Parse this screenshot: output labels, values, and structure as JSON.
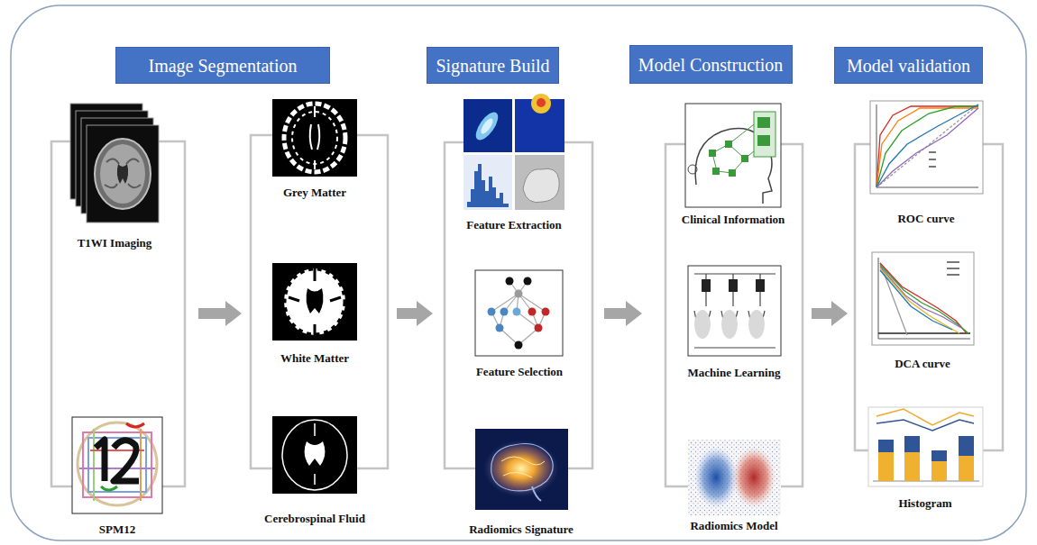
{
  "diagram": {
    "nodes": [
      {
        "text": [
          "Image Segmentation"
        ]
      },
      {
        "text": [
          "T1WI Imaging"
        ]
      },
      {
        "text": [
          "SPM12"
        ]
      },
      {
        "text": [
          "Grey Matter"
        ]
      },
      {
        "text": [
          "White Matter"
        ]
      },
      {
        "text": [
          "Cerebrospinal Fluid"
        ]
      },
      {
        "text": [
          "Signature Build"
        ]
      },
      {
        "text": [
          "Feature Extraction"
        ]
      },
      {
        "text": [
          "Feature Selection"
        ]
      },
      {
        "text": [
          "Radiomics Signature"
        ]
      },
      {
        "text": [
          "Model Construction"
        ]
      },
      {
        "text": [
          "Clinical Information"
        ]
      },
      {
        "text": [
          "Machine Learning"
        ]
      },
      {
        "text": [
          "Radiomics Model"
        ]
      },
      {
        "text": [
          "Model validation"
        ]
      },
      {
        "text": [
          "ROC curve"
        ]
      },
      {
        "text": [
          "DCA curve"
        ]
      },
      {
        "text": [
          "Histogram"
        ]
      }
    ]
  }
}
